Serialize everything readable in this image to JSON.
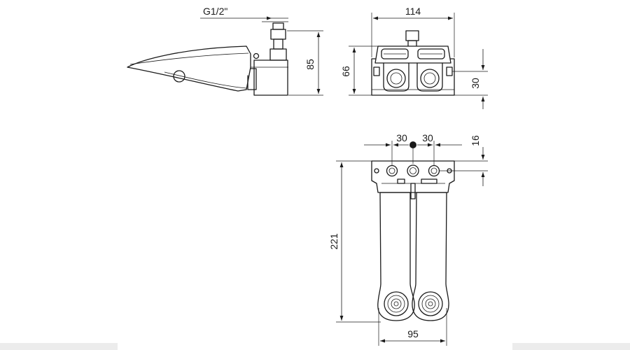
{
  "dimensions": {
    "thread": "G1/2\"",
    "side_height": "85",
    "front_width": "114",
    "front_height": "66",
    "front_outlet_height": "30",
    "top_left_spacing": "30",
    "top_right_spacing": "30",
    "top_offset": "16",
    "length": "221",
    "pedal_spacing": "95"
  },
  "colors": {
    "background": "#ffffff",
    "line": "#1a1a1a",
    "shading": "#ececec"
  }
}
